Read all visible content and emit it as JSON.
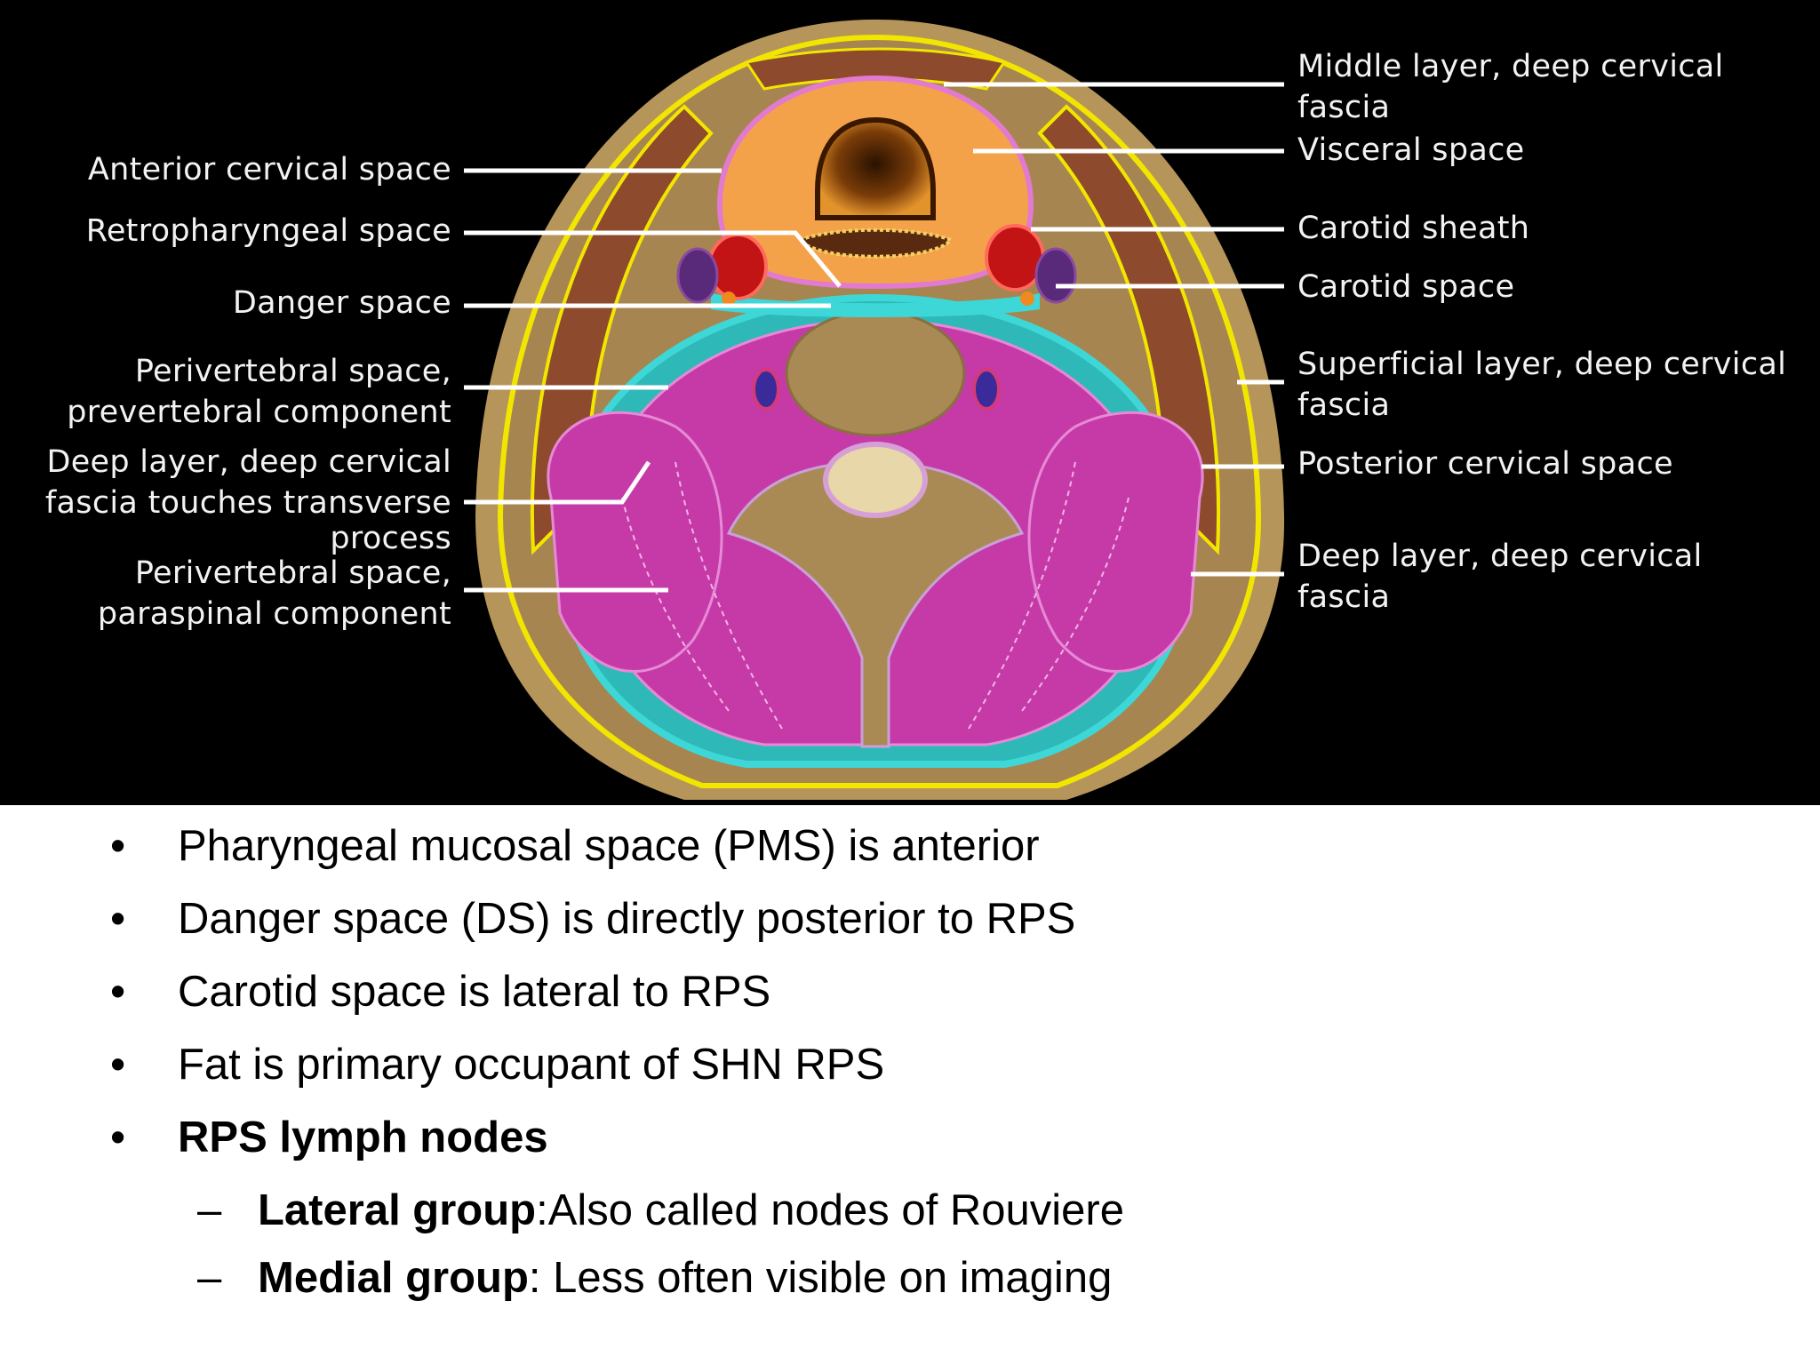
{
  "diagram": {
    "labels_left": [
      {
        "id": "anterior-cervical-space",
        "lines": [
          "Anterior cervical space"
        ]
      },
      {
        "id": "retropharyngeal-space",
        "lines": [
          "Retropharyngeal space"
        ]
      },
      {
        "id": "danger-space",
        "lines": [
          "Danger space"
        ]
      },
      {
        "id": "perivertebral-prevertebral",
        "lines": [
          "Perivertebral space,",
          "prevertebral component"
        ]
      },
      {
        "id": "deep-layer-transverse",
        "lines": [
          "Deep layer, deep cervical",
          "fascia touches transverse",
          "process"
        ]
      },
      {
        "id": "perivertebral-paraspinal",
        "lines": [
          "Perivertebral space,",
          "paraspinal component"
        ]
      }
    ],
    "labels_right": [
      {
        "id": "middle-layer",
        "lines": [
          "Middle layer, deep cervical",
          "fascia"
        ]
      },
      {
        "id": "visceral-space",
        "lines": [
          "Visceral space"
        ]
      },
      {
        "id": "carotid-sheath",
        "lines": [
          "Carotid sheath"
        ]
      },
      {
        "id": "carotid-space",
        "lines": [
          "Carotid space"
        ]
      },
      {
        "id": "superficial-layer",
        "lines": [
          "Superficial layer, deep cervical",
          "fascia"
        ]
      },
      {
        "id": "posterior-cervical-space",
        "lines": [
          "Posterior cervical space"
        ]
      },
      {
        "id": "deep-layer",
        "lines": [
          "Deep layer, deep cervical",
          "fascia"
        ]
      }
    ],
    "colors": {
      "background": "#000000",
      "skin": "#b5955a",
      "fascia_superficial": "#f2e600",
      "muscle_brown": "#8e4a2c",
      "visceral": "#f4a24a",
      "visceral_border": "#e27ad0",
      "muscle_magenta": "#c63aa8",
      "bone": "#a98a55",
      "danger_cyan": "#3ed7d7",
      "carotid_red": "#c21414",
      "jugular_purple": "#5a2a7a",
      "leader_line": "#ffffff"
    }
  },
  "bullets": [
    {
      "text": "Pharyngeal mucosal space (PMS) is anterior",
      "bold": false
    },
    {
      "text": "Danger space (DS) is directly posterior to RPS",
      "bold": false
    },
    {
      "text": "Carotid space is lateral to RPS",
      "bold": false
    },
    {
      "text": "Fat is primary occupant of SHN RPS",
      "bold": false
    },
    {
      "text": "RPS lymph nodes",
      "bold": true
    }
  ],
  "bullet_symbol": "•",
  "subbullets": [
    {
      "bold": "Lateral group",
      "rest": ":Also called nodes of Rouviere"
    },
    {
      "bold": "Medial group",
      "rest": ": Less often visible on imaging"
    }
  ],
  "subbullet_symbol": "–"
}
